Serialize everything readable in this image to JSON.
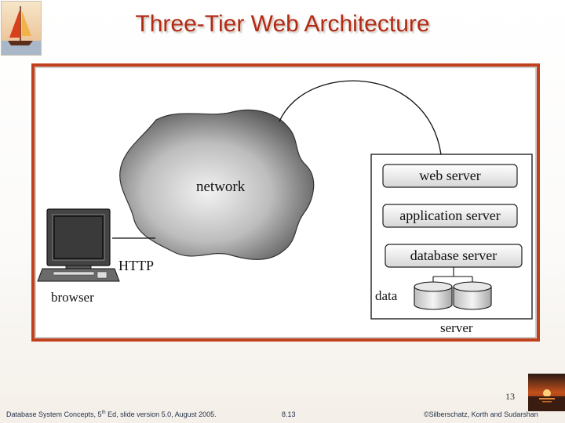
{
  "slide": {
    "title": "Three-Tier Web Architecture",
    "page_number": "13"
  },
  "diagram": {
    "network_label": "network",
    "http_label": "HTTP",
    "browser_label": "browser",
    "server_label": "server",
    "data_label": "data",
    "server_tiers": [
      "web server",
      "application server",
      "database server"
    ]
  },
  "footer": {
    "left_prefix": "Database System Concepts, 5",
    "left_superscript": "th",
    "left_suffix": " Ed, slide version 5.0, August 2005.",
    "center": "8.13",
    "right": "©Silberschatz, Korth and Sudarshan"
  }
}
